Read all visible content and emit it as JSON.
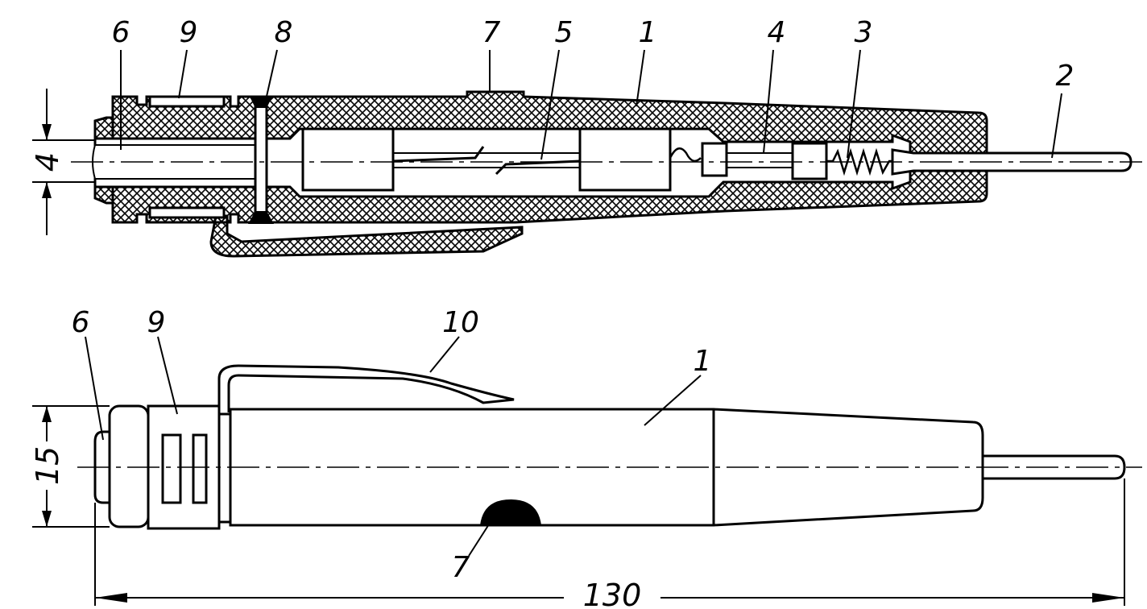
{
  "section_view": {
    "callouts": [
      "6",
      "9",
      "8",
      "7",
      "5",
      "1",
      "4",
      "3",
      "2"
    ],
    "diameter_dim": "4"
  },
  "side_view": {
    "callouts": [
      "6",
      "9",
      "10",
      "1",
      "7"
    ],
    "diameter_dim": "15",
    "length_dim": "130"
  },
  "colors": {
    "ink": "#000000",
    "paper": "#ffffff"
  }
}
